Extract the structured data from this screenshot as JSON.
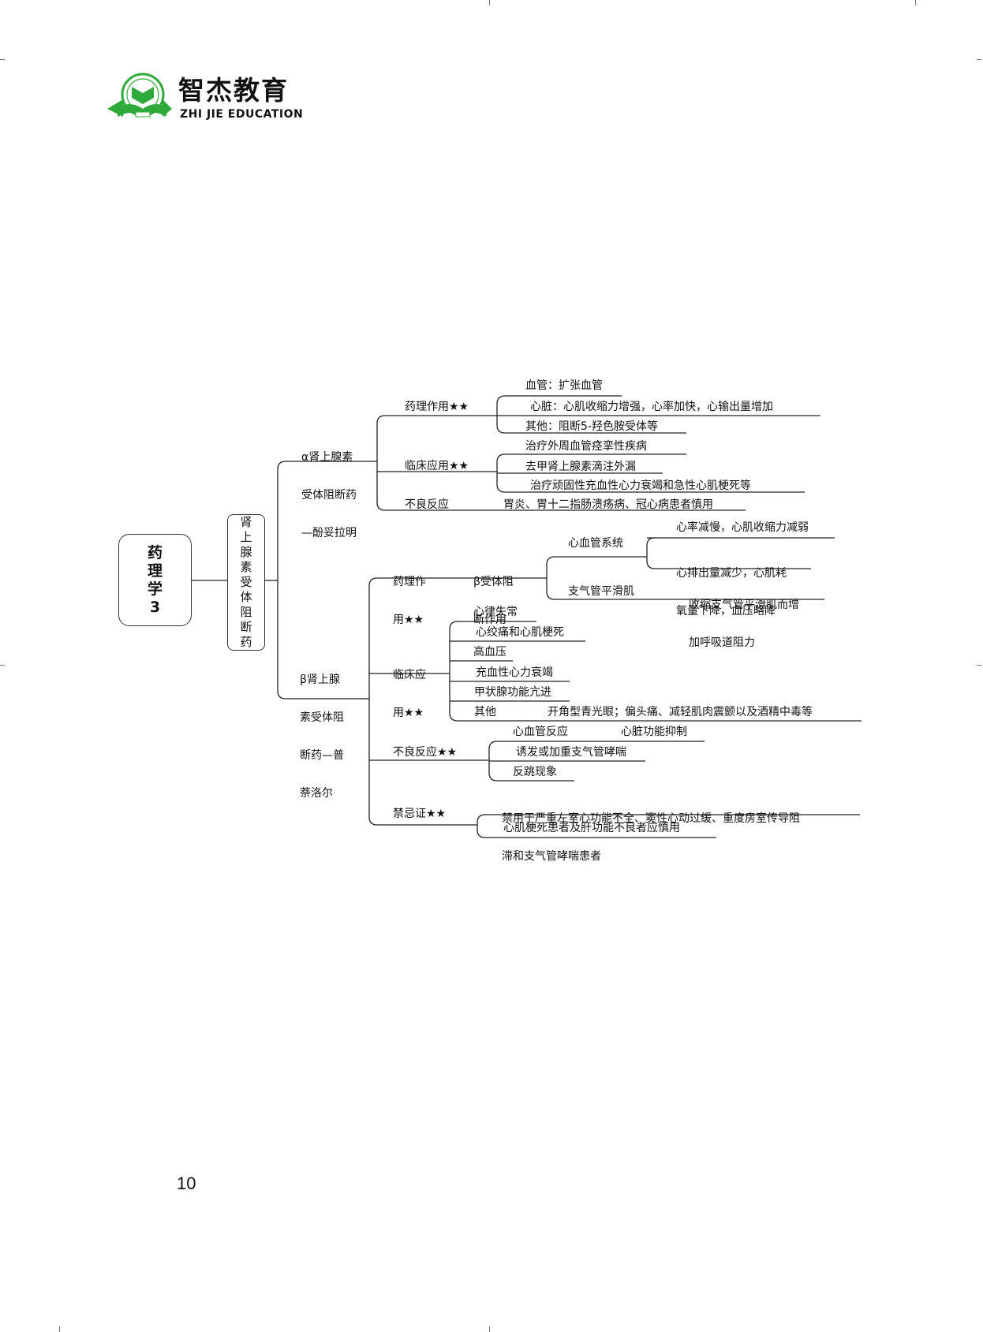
{
  "header": {
    "brand_name": "智杰教育",
    "brand_en": "ZHI JIE EDUCATION",
    "logo_icon": "green-open-book-seal-logo",
    "brand_color": "#2faa3a"
  },
  "mindmap": {
    "root": "药理学3",
    "category": "肾上腺素受体阻断药",
    "alpha": {
      "title": "α肾上腺素受体阻断药—酚妥拉明",
      "title_lines": [
        "α肾上腺素",
        "受体阻断药",
        "—酚妥拉明"
      ],
      "pharm": {
        "label": "药理作用★★",
        "items": [
          "血管：扩张血管",
          "心脏：心肌收缩力增强，心率加快，心输出量增加",
          "其他：阻断5-羟色胺受体等"
        ]
      },
      "clinical": {
        "label": "临床应用★★",
        "items": [
          "治疗外周血管痉挛性疾病",
          "去甲肾上腺素滴注外漏",
          "治疗顽固性充血性心力衰竭和急性心肌梗死等"
        ]
      },
      "adverse": {
        "label": "不良反应",
        "text": "胃炎、胃十二指肠溃疡病、冠心病患者慎用"
      }
    },
    "beta": {
      "title": "β肾上腺素受体阻断药—普萘洛尔",
      "title_lines": [
        "β肾上腺",
        "素受体阻",
        "断药—普",
        "萘洛尔"
      ],
      "pharm": {
        "label_lines": [
          "药理作",
          "用★★"
        ],
        "receptor_lines": [
          "β受体阻",
          "断作用"
        ],
        "cardio": {
          "label": "心血管系统",
          "items": [
            "心率减慢，心肌收缩力减弱"
          ],
          "item2_lines": [
            "心排出量减少，心肌耗",
            "氧量下降，血压略降"
          ]
        },
        "bronchial": {
          "label": "支气管平滑肌",
          "text_lines": [
            "收缩支气管平滑肌而增",
            "加呼吸道阻力"
          ]
        }
      },
      "clinical": {
        "label_lines": [
          "临床应",
          "用★★"
        ],
        "items": [
          "心律失常",
          "心绞痛和心肌梗死",
          "高血压",
          "充血性心力衰竭",
          "甲状腺功能亢进"
        ],
        "other_label": "其他",
        "other_text": "开角型青光眼；偏头痛、减轻肌肉震颤以及酒精中毒等"
      },
      "adverse": {
        "label": "不良反应★★",
        "cardio_label": "心血管反应",
        "cardio_text": "心脏功能抑制",
        "items": [
          "诱发或加重支气管哮喘",
          "反跳现象"
        ]
      },
      "contra": {
        "label": "禁忌证★★",
        "text_lines": [
          "禁用于严重左室心功能不全、窦性心动过缓、重度房室传导阻",
          "滞和支气管哮喘患者"
        ],
        "item2": "心肌梗死患者及肝功能不良者应慎用"
      }
    }
  },
  "footer": {
    "page_number": "10"
  }
}
